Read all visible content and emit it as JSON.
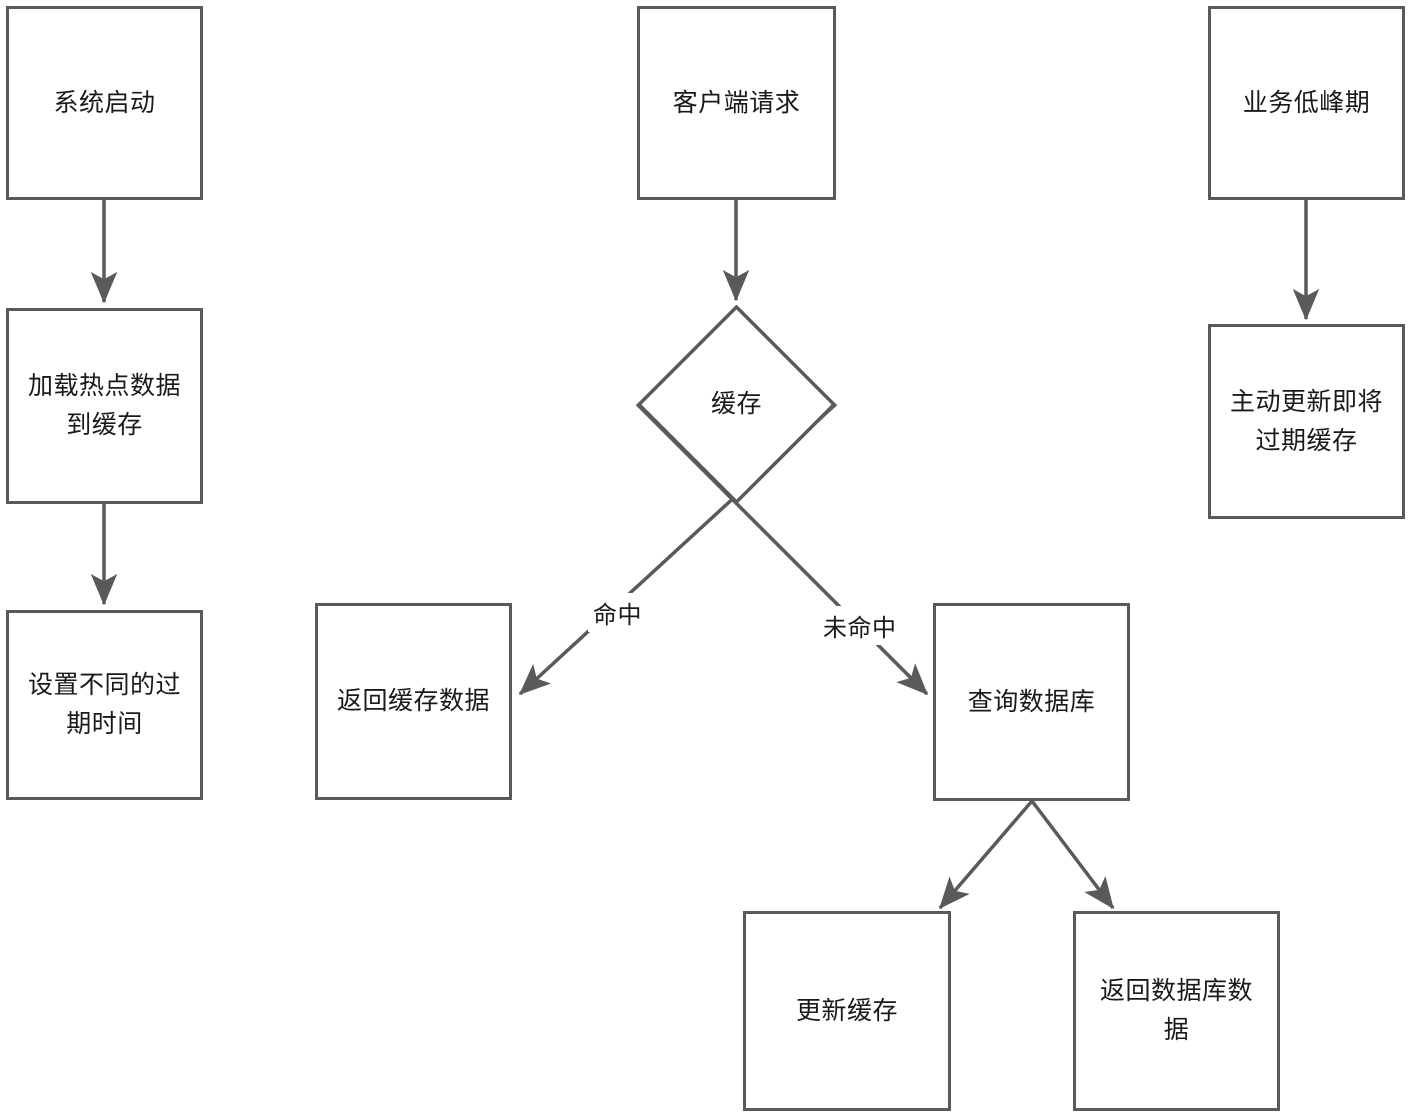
{
  "diagram": {
    "type": "flowchart",
    "title": "",
    "stroke_color": "#5a5a5a",
    "text_color": "#1a1a1a",
    "background_color": "#ffffff",
    "nodes": [
      {
        "id": "n1",
        "label": "系统启动",
        "shape": "rect"
      },
      {
        "id": "n2",
        "label": "加载热点数据\n到缓存",
        "shape": "rect"
      },
      {
        "id": "n3",
        "label": "设置不同的过\n期时间",
        "shape": "rect"
      },
      {
        "id": "n4",
        "label": "客户端请求",
        "shape": "rect"
      },
      {
        "id": "n5",
        "label": "缓存",
        "shape": "diamond"
      },
      {
        "id": "n6",
        "label": "返回缓存数据",
        "shape": "rect"
      },
      {
        "id": "n7",
        "label": "查询数据库",
        "shape": "rect"
      },
      {
        "id": "n8",
        "label": "更新缓存",
        "shape": "rect"
      },
      {
        "id": "n9",
        "label": "返回数据库数\n据",
        "shape": "rect"
      },
      {
        "id": "n10",
        "label": "业务低峰期",
        "shape": "rect"
      },
      {
        "id": "n11",
        "label": "主动更新即将\n过期缓存",
        "shape": "rect"
      }
    ],
    "edges": [
      {
        "from": "n1",
        "to": "n2",
        "label": ""
      },
      {
        "from": "n2",
        "to": "n3",
        "label": ""
      },
      {
        "from": "n4",
        "to": "n5",
        "label": ""
      },
      {
        "from": "n5",
        "to": "n6",
        "label": "命中"
      },
      {
        "from": "n5",
        "to": "n7",
        "label": "未命中"
      },
      {
        "from": "n7",
        "to": "n8",
        "label": ""
      },
      {
        "from": "n7",
        "to": "n9",
        "label": ""
      },
      {
        "from": "n10",
        "to": "n11",
        "label": ""
      }
    ],
    "edge_labels": {
      "hit": "命中",
      "miss": "未命中"
    }
  }
}
